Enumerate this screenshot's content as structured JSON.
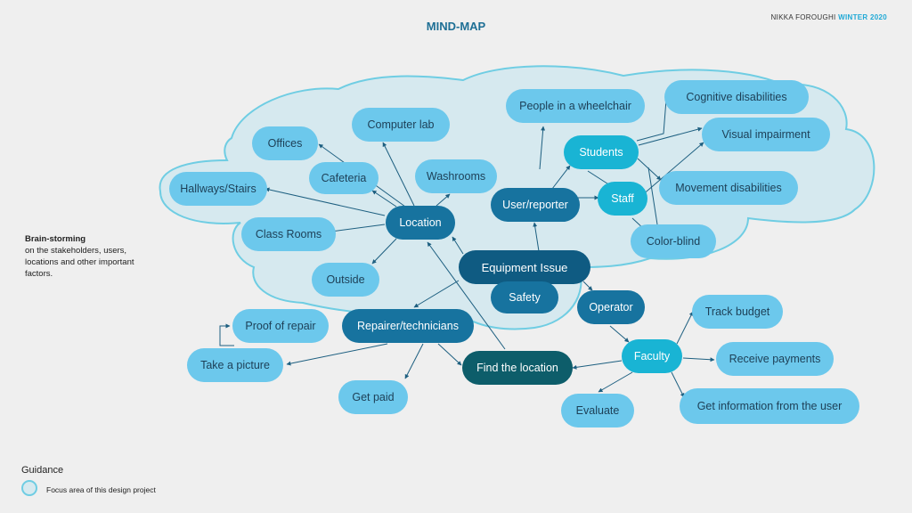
{
  "header": {
    "title": "MIND-MAP",
    "author": "NIKKA FOROUGHI",
    "season": "WINTER 2020"
  },
  "side_note": {
    "heading": "Brain-storming",
    "body": "on the stakeholders, users,  locations and other important factors."
  },
  "guidance": {
    "title": "Guidance",
    "legend_label": "Focus area of this design project"
  },
  "nodes": {
    "equipment_issue": "Equipment Issue",
    "safety": "Safety",
    "location": "Location",
    "user_reporter": "User/reporter",
    "students": "Students",
    "staff": "Staff",
    "people_wheelchair": "People in a wheelchair",
    "cognitive": "Cognitive disabilities",
    "visual": "Visual impairment",
    "movement": "Movement disabilities",
    "color_blind": "Color-blind",
    "computer_lab": "Computer lab",
    "offices": "Offices",
    "cafeteria": "Cafeteria",
    "washrooms": "Washrooms",
    "hallways": "Hallways/Stairs",
    "class_rooms": "Class Rooms",
    "outside": "Outside",
    "repairer": "Repairer/technicians",
    "proof": "Proof of repair",
    "take_picture": "Take a picture",
    "get_paid": "Get paid",
    "find_location": "Find the location",
    "operator": "Operator",
    "faculty": "Faculty",
    "track_budget": "Track budget",
    "receive_payments": "Receive payments",
    "get_info": "Get information from the user",
    "evaluate": "Evaluate"
  },
  "colors": {
    "background": "#efefef",
    "focus_cloud": "#d6e9ef",
    "focus_outline": "#6fcde3",
    "node_light": "#6cc8ec",
    "node_medium": "#19b4d4",
    "node_dark": "#17739f",
    "node_navy": "#0f5b82",
    "node_teal": "#0d5d6a",
    "title": "#1e6f95",
    "accent": "#1fa9d6"
  }
}
